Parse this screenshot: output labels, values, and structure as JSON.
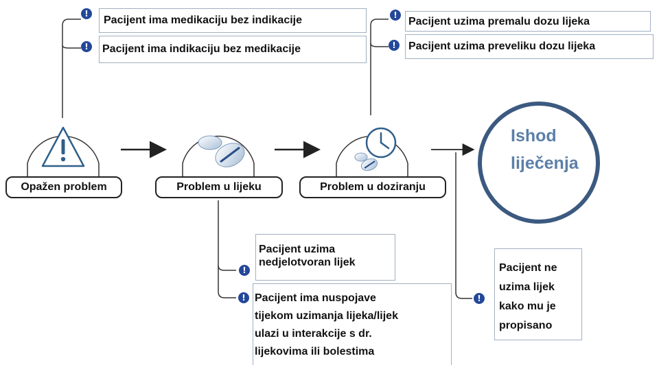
{
  "stages": {
    "observed": {
      "label": "Opažen problem",
      "icon": "warning-triangle-icon"
    },
    "medicine": {
      "label": "Problem u lijeku",
      "icon": "pills-icon"
    },
    "dosing": {
      "label": "Problem u doziranju",
      "icon": "clock-pills-icon"
    }
  },
  "outcome": {
    "line1": "Ishod",
    "line2": "liječenja",
    "color": "#3c5a80"
  },
  "notes": {
    "med_without_indication": "Pacijent ima medikaciju bez indikacije",
    "indication_without_med": "Pacijent ima indikaciju bez medikacije",
    "dose_too_low": "Pacijent uzima premalu dozu lijeka",
    "dose_too_high": "Pacijent uzima preveliku dozu lijeka",
    "ineffective_drug_1": "Pacijent uzima",
    "ineffective_drug_2": "nedjelotvoran lijek",
    "side_effects_1": "Pacijent ima nuspojave",
    "side_effects_2": "tijekom uzimanja lijeka/lijek",
    "side_effects_3": "ulazi u interakcije s dr.",
    "side_effects_4": "lijekovima ili bolestima",
    "not_as_prescribed_1": "Pacijent ne",
    "not_as_prescribed_2": "uzima lijek",
    "not_as_prescribed_3": "kako mu je",
    "not_as_prescribed_4": "propisano"
  },
  "icon_glyph": "!",
  "colors": {
    "accent": "#23489a",
    "box_border": "#9fb0c0",
    "stage_outline": "#333333"
  }
}
